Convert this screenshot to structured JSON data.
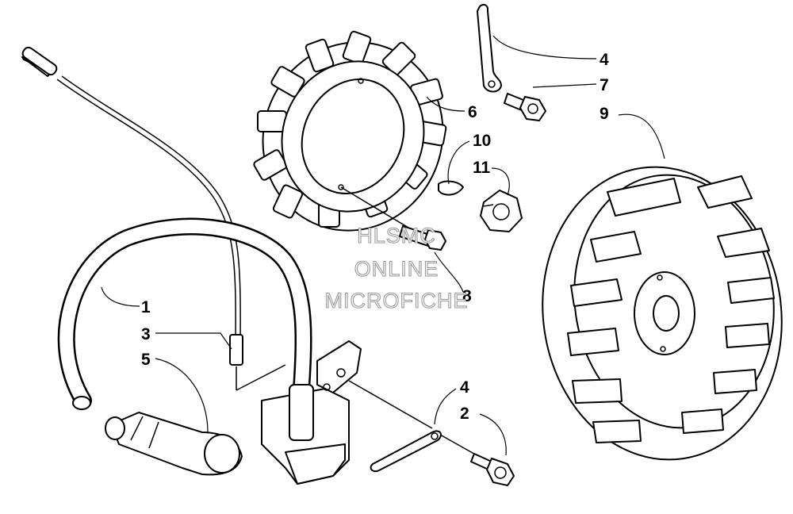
{
  "diagram": {
    "callouts": {
      "c1": "1",
      "c2": "2",
      "c3": "3",
      "c4_top": "4",
      "c4_bottom": "4",
      "c5": "5",
      "c6": "6",
      "c7": "7",
      "c8": "8",
      "c9": "9",
      "c10": "10",
      "c11": "11"
    },
    "watermark": {
      "line1": "HLSMC",
      "line2": "ONLINE",
      "line3": "MICROFICHE"
    }
  }
}
